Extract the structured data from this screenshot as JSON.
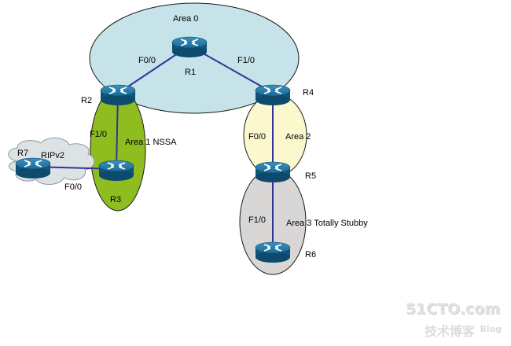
{
  "areas": {
    "area0": "Area 0",
    "area1": "Area 1 NSSA",
    "area2": "Area 2",
    "area3": "Area 3 Totally Stubby",
    "rip": "RIPv2"
  },
  "routers": {
    "r1": "R1",
    "r2": "R2",
    "r3": "R3",
    "r4": "R4",
    "r5": "R5",
    "r6": "R6",
    "r7": "R7"
  },
  "interfaces": {
    "r1_r2": "F0/0",
    "r1_r4": "F1/0",
    "r2_r3": "F1/0",
    "r4_r5": "F0/0",
    "r7_r3": "F0/0",
    "r5_r6": "F1/0"
  },
  "colors": {
    "area0": "#c5e3e8",
    "area1": "#8fbd1f",
    "area2": "#fbf8cd",
    "area3": "#d9d6d6",
    "cloud": "#dde2e5",
    "link": "#333399",
    "router": "#1c6f9c"
  },
  "icons": {
    "router": "router-icon",
    "cloud": "cloud-icon"
  },
  "watermark": {
    "site": "51CTO.com",
    "sub": "技术博客",
    "blog": "Blog"
  }
}
